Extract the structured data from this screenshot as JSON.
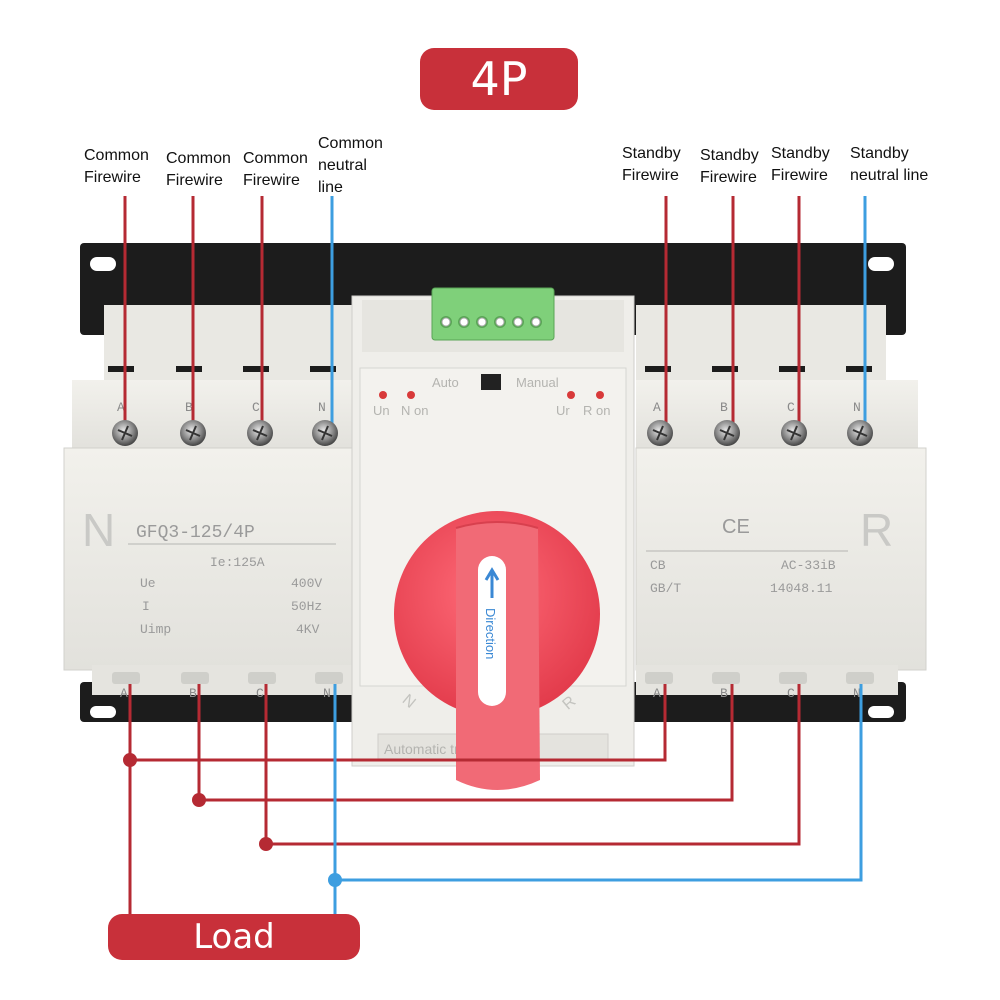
{
  "title_badge": "4P",
  "load_badge": "Load",
  "top_labels": {
    "common_firewire_1": [
      "Common",
      "Firewire"
    ],
    "common_firewire_2": [
      "Common",
      "Firewire"
    ],
    "common_firewire_3": [
      "Common",
      "Firewire"
    ],
    "common_neutral": [
      "Common",
      "neutral",
      "line"
    ],
    "standby_firewire_1": [
      "Standby",
      "Firewire"
    ],
    "standby_firewire_2": [
      "Standby",
      "Firewire"
    ],
    "standby_firewire_3": [
      "Standby",
      "Firewire"
    ],
    "standby_neutral": [
      "Standby",
      "neutral line"
    ]
  },
  "device": {
    "left_letter": "N",
    "right_letter": "R",
    "model": "GFQ3-125/4P",
    "rated_current": "Ie:125A",
    "specs": [
      {
        "label": "Ue",
        "value": "400V"
      },
      {
        "label": "I",
        "value": "50Hz"
      },
      {
        "label": "Uimp",
        "value": "4KV"
      }
    ],
    "ce_mark": "CE",
    "cert_rows": [
      {
        "label": "CB",
        "value": "AC-33iB"
      },
      {
        "label": "GB/T",
        "value": "14048.11"
      }
    ],
    "terminal_letters_top": [
      "A",
      "B",
      "C",
      "N",
      "A",
      "B",
      "C",
      "N"
    ],
    "terminal_letters_bottom": [
      "A",
      "B",
      "C",
      "N",
      "A",
      "B",
      "C",
      "N"
    ],
    "mode_auto": "Auto",
    "mode_manual": "Manual",
    "led_left": [
      "Un",
      "N on"
    ],
    "led_right": [
      "Ur",
      "R on"
    ],
    "knob_label": "Direction",
    "dial_left": "N",
    "dial_right": "R",
    "bottom_plate": "Automatic transfer switch"
  },
  "colors": {
    "fire_wire": "#b52a33",
    "neutral_wire": "#3d9ee0",
    "badge": "#c8303a",
    "knob": "#ef4a59",
    "terminal_block": "#7fd07a"
  }
}
